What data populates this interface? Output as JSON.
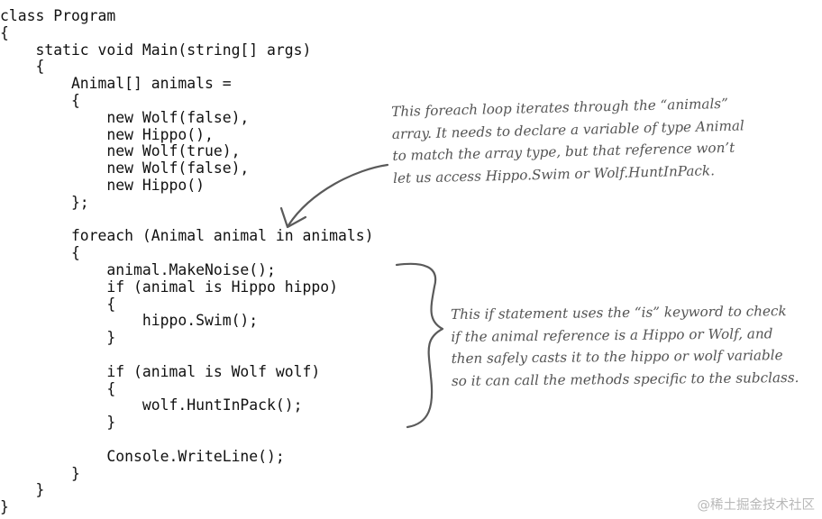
{
  "code": [
    "class Program",
    "{",
    "    static void Main(string[] args)",
    "    {",
    "        Animal[] animals =",
    "        {",
    "            new Wolf(false),",
    "            new Hippo(),",
    "            new Wolf(true),",
    "            new Wolf(false),",
    "            new Hippo()",
    "        };",
    "",
    "        foreach (Animal animal in animals)",
    "        {",
    "            animal.MakeNoise();",
    "            if (animal is Hippo hippo)",
    "            {",
    "                hippo.Swim();",
    "            }",
    "",
    "            if (animal is Wolf wolf)",
    "            {",
    "                wolf.HuntInPack();",
    "            }",
    "",
    "            Console.WriteLine();",
    "        }",
    "    }",
    "}"
  ],
  "annotations": {
    "foreach_note": [
      "This foreach loop iterates through the “animals”",
      "array. It needs to declare a variable of type Animal",
      "to match the array type, but that reference won’t",
      "let us access Hippo.Swim or Wolf.HuntInPack."
    ],
    "is_note": [
      "This if statement uses the “is” keyword to check",
      "if the animal reference is a Hippo or Wolf, and",
      "then safely casts it to the hippo or wolf variable",
      "so it can call the methods specific to the subclass."
    ]
  },
  "watermark": "@稀土掘金技术社区",
  "colors": {
    "code_text": "#111111",
    "annotation_text": "#545454",
    "watermark": "#b8b8b8"
  }
}
